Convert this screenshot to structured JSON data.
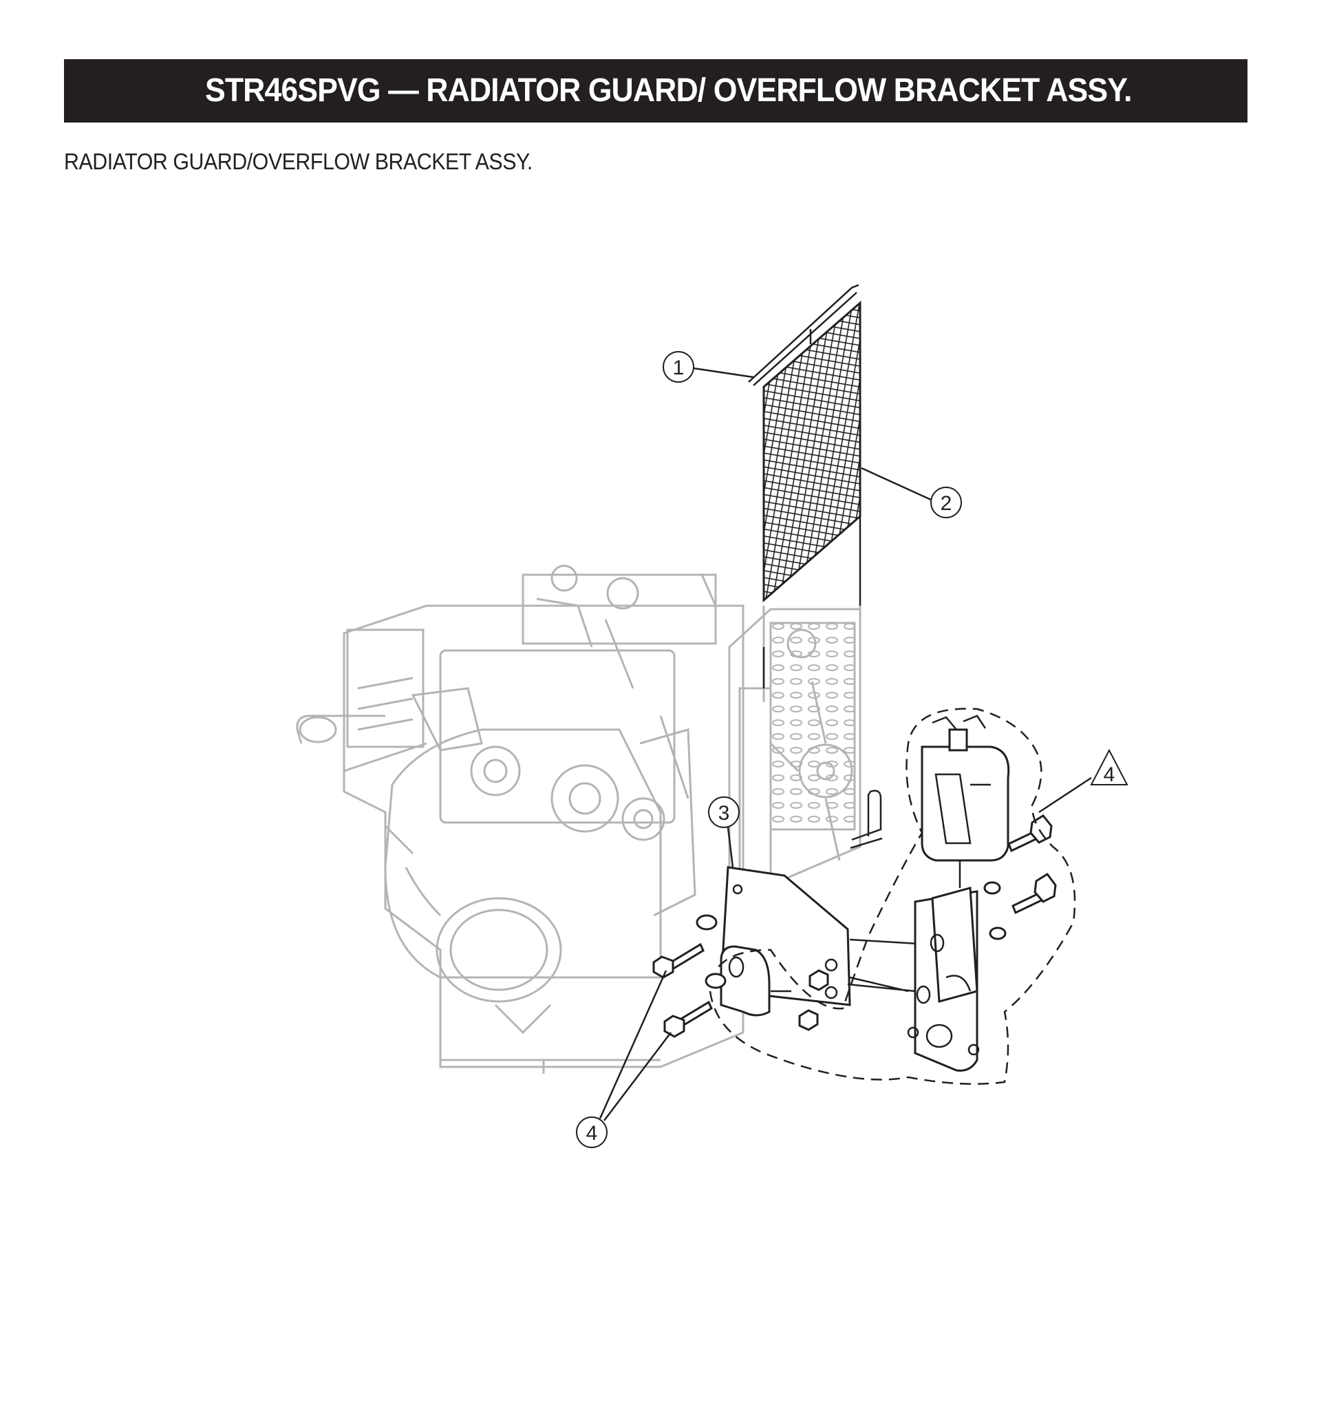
{
  "header": {
    "title": "STR46SPVG — RADIATOR GUARD/ OVERFLOW BRACKET  ASSY."
  },
  "subtitle": "RADIATOR GUARD/OVERFLOW BRACKET ASSY.",
  "callouts": [
    {
      "number": "1",
      "shape": "circle"
    },
    {
      "number": "2",
      "shape": "circle"
    },
    {
      "number": "3",
      "shape": "circle"
    },
    {
      "number": "4",
      "shape": "triangle"
    },
    {
      "number": "4",
      "shape": "circle"
    }
  ],
  "colors": {
    "title_bar": "#231f20",
    "title_text": "#ffffff",
    "line_art": "#231f20",
    "engine_ghost": "#b4b4b4"
  }
}
